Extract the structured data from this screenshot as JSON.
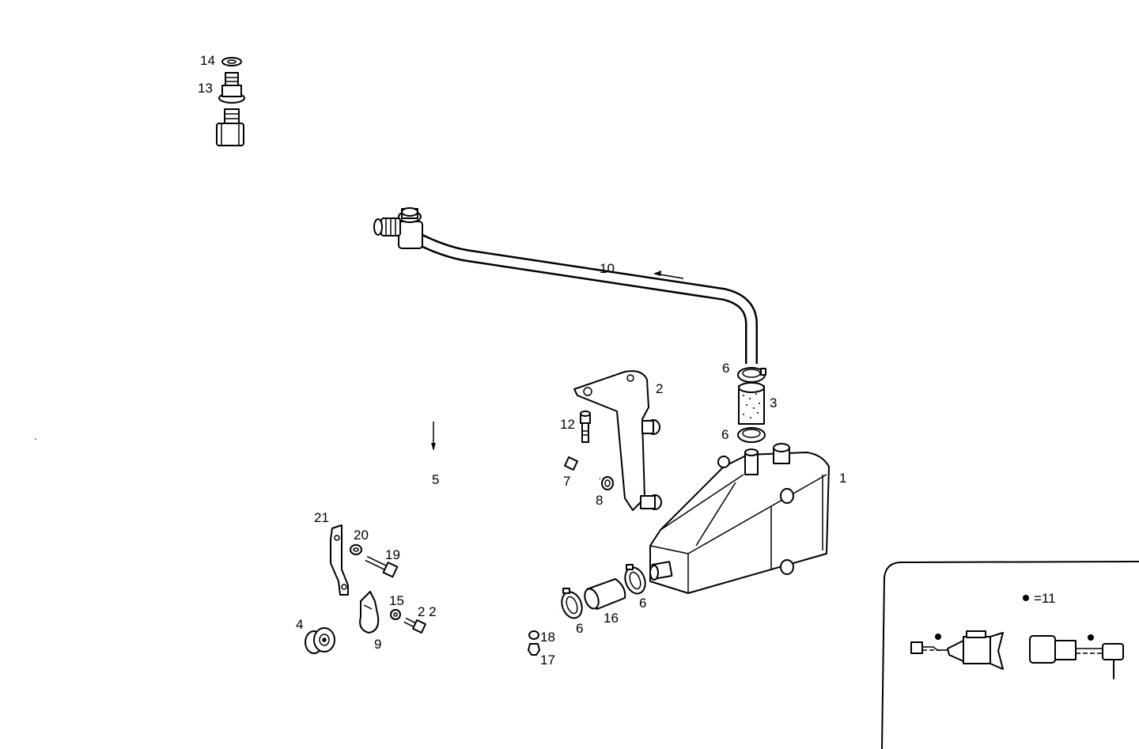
{
  "labels": {
    "p1": "1",
    "p2": "2",
    "p3": "3",
    "p4": "4",
    "p5": "5",
    "p6a": "6",
    "p6b": "6",
    "p6c": "6",
    "p6d": "6",
    "p7": "7",
    "p8": "8",
    "p9": "9",
    "p10": "10",
    "p12": "12",
    "p13": "13",
    "p14": "14",
    "p15": "15",
    "p16": "16",
    "p17": "17",
    "p18": "18",
    "p19": "19",
    "p20": "20",
    "p21": "21",
    "p22": "2 2"
  },
  "legend": {
    "marker_text": "=11"
  }
}
